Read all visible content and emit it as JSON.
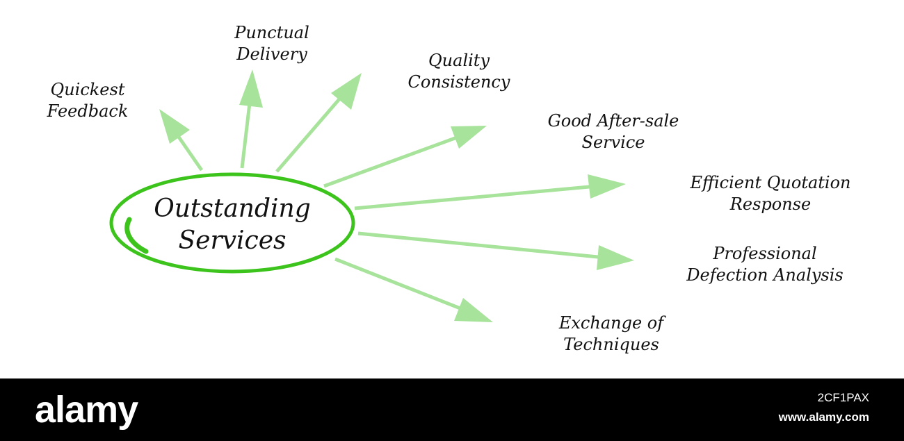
{
  "diagram": {
    "center": {
      "line1": "Outstanding",
      "line2": "Services"
    },
    "colors": {
      "ring": "#3cc41c",
      "arrow": "#a7e39a",
      "text": "#111111"
    },
    "nodes": [
      {
        "id": "quickest-feedback",
        "line1": "Quickest",
        "line2": "Feedback"
      },
      {
        "id": "punctual-delivery",
        "line1": "Punctual",
        "line2": "Delivery"
      },
      {
        "id": "quality-consistency",
        "line1": "Quality",
        "line2": "Consistency"
      },
      {
        "id": "good-after-sale-service",
        "line1": "Good After-sale",
        "line2": "Service"
      },
      {
        "id": "efficient-quotation-response",
        "line1": "Efficient Quotation",
        "line2": "Response"
      },
      {
        "id": "professional-defection-analysis",
        "line1": "Professional",
        "line2": "Defection Analysis"
      },
      {
        "id": "exchange-of-techniques",
        "line1": "Exchange of",
        "line2": "Techniques"
      }
    ]
  },
  "footer": {
    "brand": "alamy",
    "image_id": "2CF1PAX",
    "site": "www.alamy.com"
  }
}
